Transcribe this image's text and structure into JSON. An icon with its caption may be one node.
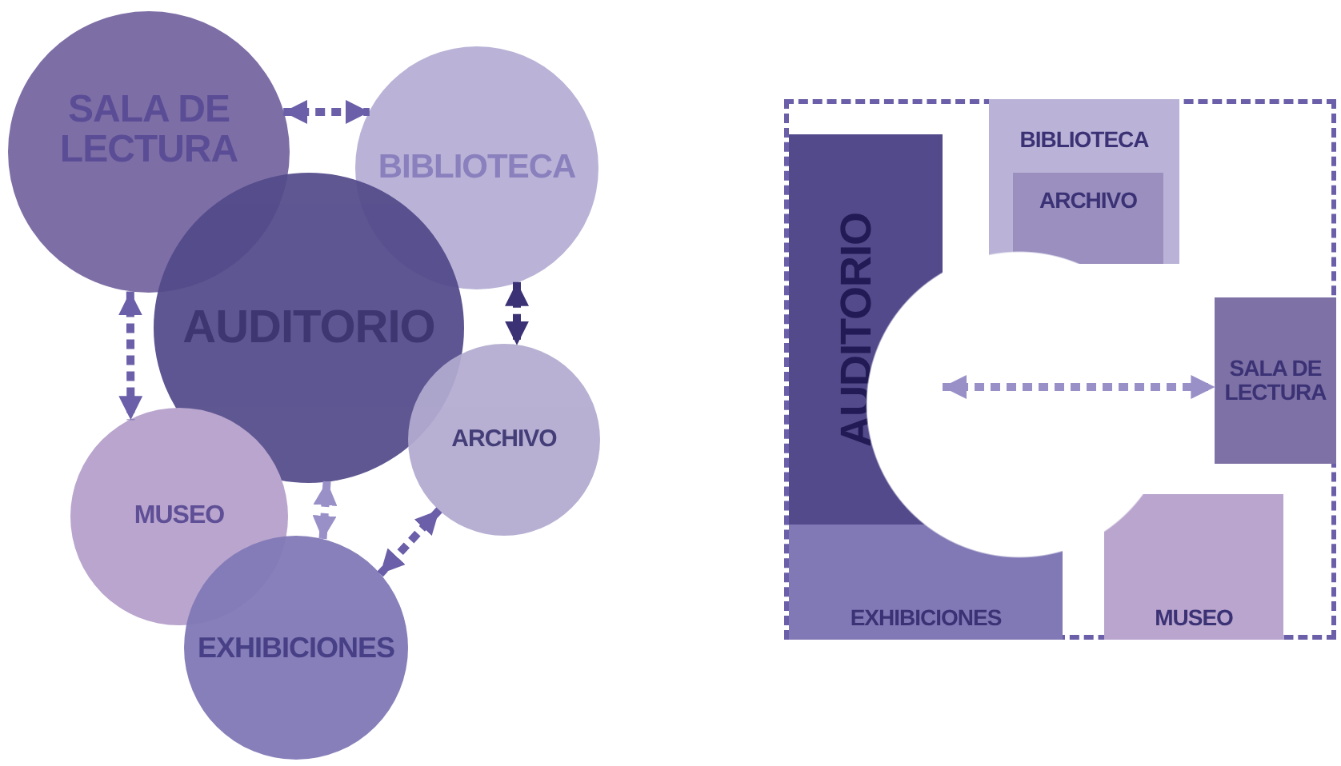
{
  "diagram": {
    "nodes": [
      {
        "text": [
          "SALA DE LECTURA"
        ]
      },
      {
        "text": [
          "BIBLIOTECA"
        ]
      },
      {
        "text": [
          "AUDITORIO"
        ]
      },
      {
        "text": [
          "ARCHIVO"
        ]
      },
      {
        "text": [
          "MUSEO"
        ]
      },
      {
        "text": [
          "EXHIBICIONES"
        ]
      },
      {
        "text": [],
        "shape": "box"
      },
      {
        "text": [
          "BIBLIOTECA"
        ],
        "in": 6
      },
      {
        "text": [
          "ARCHIVO"
        ],
        "in": 7
      },
      {
        "text": [
          "AUDITORIO"
        ],
        "in": 6
      },
      {
        "text": [
          "SALA DE LECTURA"
        ],
        "in": 6
      },
      {
        "text": [
          "EXHIBICIONES"
        ],
        "in": 6
      },
      {
        "text": [
          "MUSEO"
        ],
        "in": 6
      }
    ],
    "edges": [
      {
        "from": 0,
        "to": 1,
        "arrow": "both",
        "style": "dashed"
      },
      {
        "from": 0,
        "to": 4,
        "arrow": "both",
        "style": "dashed"
      },
      {
        "from": 1,
        "to": 3,
        "arrow": "both",
        "style": "dashed",
        "color": "#3b3275"
      },
      {
        "from": 2,
        "to": 5,
        "arrow": "both",
        "style": "dashed",
        "color": "#9a90c8"
      },
      {
        "from": 3,
        "to": 5,
        "arrow": "both",
        "style": "dashed"
      },
      {
        "from": 9,
        "to": 10,
        "arrow": "both",
        "style": "dashed",
        "color": "#9a90c8"
      }
    ]
  }
}
